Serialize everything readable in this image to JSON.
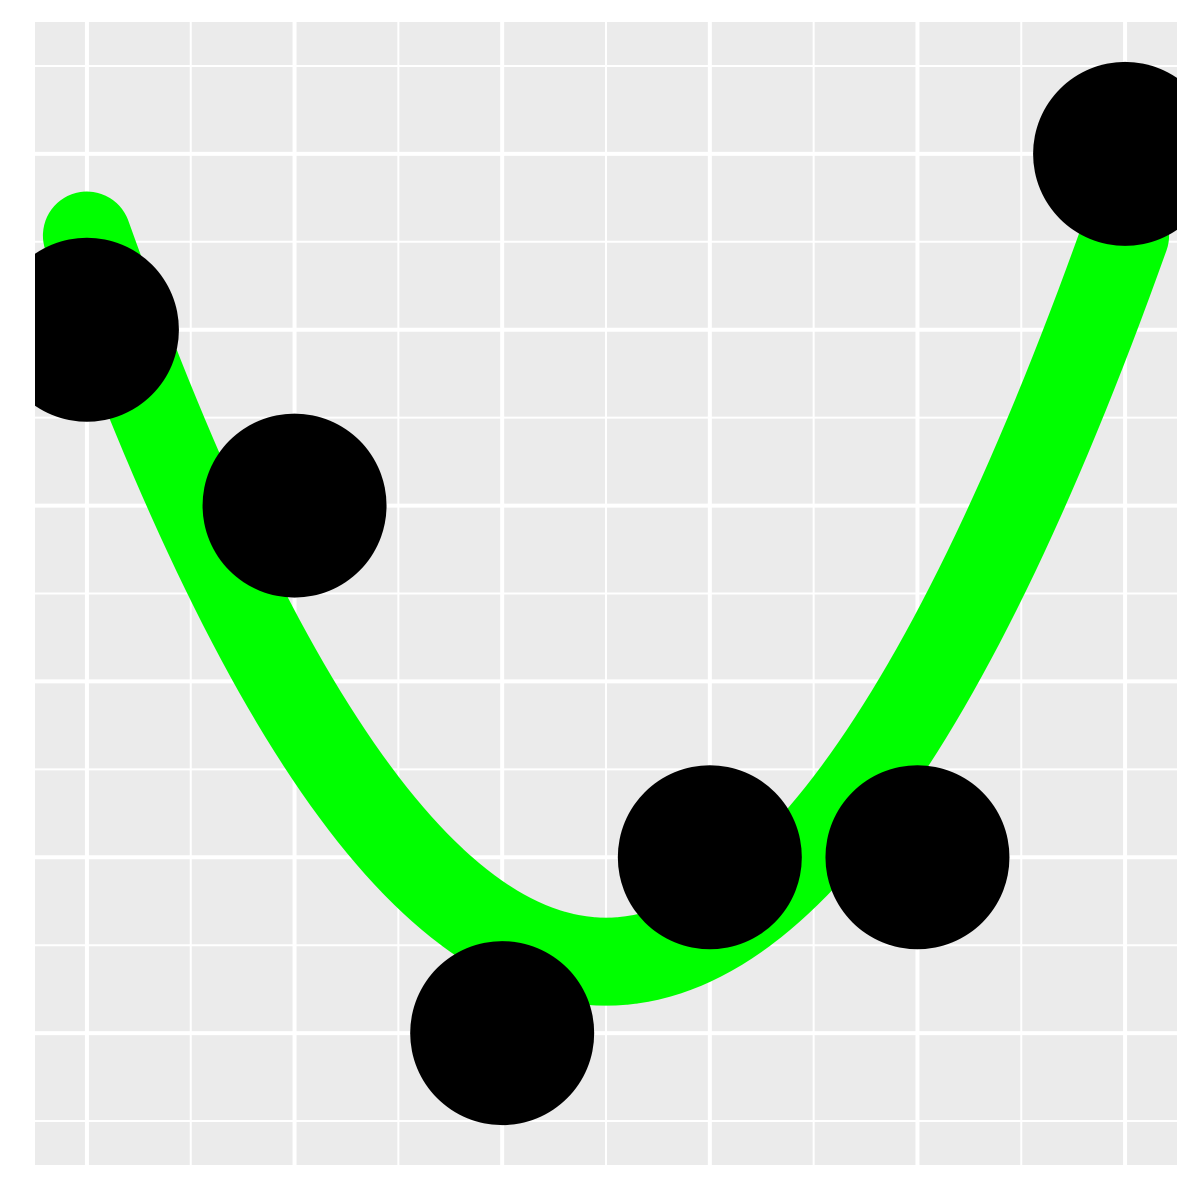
{
  "chart_data": {
    "type": "scatter",
    "title": "",
    "xlabel": "",
    "ylabel": "",
    "x": [
      1,
      2,
      3,
      4,
      5,
      6
    ],
    "y": [
      4,
      3,
      0,
      1,
      1,
      5
    ],
    "xlim": [
      0.75,
      6.25
    ],
    "ylim": [
      -0.75,
      5.75
    ],
    "grid": true,
    "panel_background": "#EBEBEB",
    "grid_color": "#FFFFFF",
    "point_color": "#000000",
    "trend_line": {
      "kind": "smooth fit",
      "color": "#00FF00"
    }
  }
}
